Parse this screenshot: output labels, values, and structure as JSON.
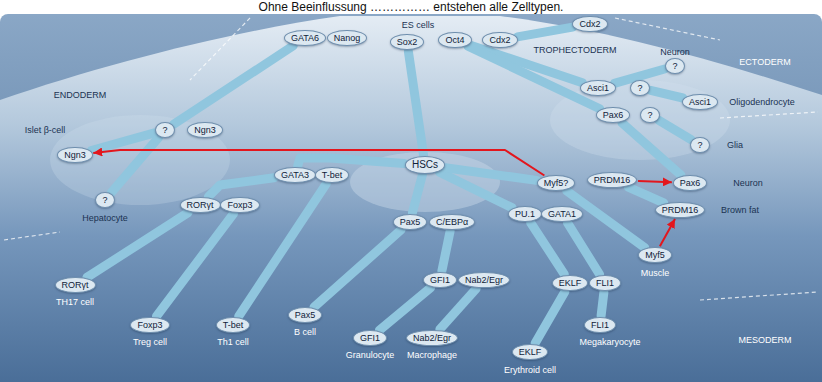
{
  "diagram": {
    "title": "Ohne Beeinflussung …………… entstehen alle Zelltypen.",
    "nodes": [
      {
        "text": [
          "GATA6"
        ]
      },
      {
        "text": [
          "Nanog"
        ]
      },
      {
        "text": [
          "Sox2"
        ]
      },
      {
        "text": [
          "Oct4"
        ]
      },
      {
        "text": [
          "Cdx2"
        ]
      },
      {
        "text": [
          "Cdx2"
        ]
      },
      {
        "text": [
          "?"
        ]
      },
      {
        "text": [
          "Asci1"
        ]
      },
      {
        "text": [
          "?"
        ]
      },
      {
        "text": [
          "Asci1"
        ]
      },
      {
        "text": [
          "Pax6"
        ]
      },
      {
        "text": [
          "?"
        ]
      },
      {
        "text": [
          "?"
        ]
      },
      {
        "text": [
          "?"
        ]
      },
      {
        "text": [
          "Ngn3"
        ]
      },
      {
        "text": [
          "Ngn3"
        ]
      },
      {
        "text": [
          "?"
        ]
      },
      {
        "text": [
          "HSCs"
        ]
      },
      {
        "text": [
          "Myf5?"
        ]
      },
      {
        "text": [
          "PRDM16"
        ]
      },
      {
        "text": [
          "Pax6"
        ]
      },
      {
        "text": [
          "PRDM16"
        ]
      },
      {
        "text": [
          "Myf5"
        ]
      },
      {
        "text": [
          "RORγt"
        ]
      },
      {
        "text": [
          "Foxp3"
        ]
      },
      {
        "text": [
          "GATA3"
        ]
      },
      {
        "text": [
          "T-bet"
        ]
      },
      {
        "text": [
          "Pax5"
        ]
      },
      {
        "text": [
          "C/EBPα"
        ]
      },
      {
        "text": [
          "PU.1"
        ]
      },
      {
        "text": [
          "GATA1"
        ]
      },
      {
        "text": [
          "GFI1"
        ]
      },
      {
        "text": [
          "Nab2/Egr"
        ]
      },
      {
        "text": [
          "EKLF"
        ]
      },
      {
        "text": [
          "FLI1"
        ]
      },
      {
        "text": [
          "RORγt"
        ]
      },
      {
        "text": [
          "Foxp3"
        ]
      },
      {
        "text": [
          "T-bet"
        ]
      },
      {
        "text": [
          "Pax5"
        ]
      },
      {
        "text": [
          "GFI1"
        ]
      },
      {
        "text": [
          "Nab2/Egr"
        ]
      },
      {
        "text": [
          "EKLF"
        ]
      },
      {
        "text": [
          "FLI1"
        ]
      }
    ],
    "edges": [
      {
        "from": 0,
        "to": 13,
        "arrow": "none"
      },
      {
        "from": 13,
        "to": 15,
        "arrow": "none"
      },
      {
        "from": 13,
        "to": 16,
        "arrow": "none"
      },
      {
        "from": 2,
        "to": 17,
        "arrow": "none"
      },
      {
        "from": 3,
        "to": 7,
        "arrow": "none"
      },
      {
        "from": 7,
        "to": 6,
        "arrow": "none"
      },
      {
        "from": 8,
        "to": 9,
        "arrow": "none"
      },
      {
        "from": 3,
        "to": 10,
        "arrow": "none"
      },
      {
        "from": 10,
        "to": 20,
        "arrow": "none"
      },
      {
        "from": 11,
        "to": 12,
        "arrow": "none"
      },
      {
        "from": 4,
        "to": 5,
        "arrow": "none"
      },
      {
        "from": 17,
        "to": 25,
        "arrow": "none"
      },
      {
        "from": 25,
        "to": 23,
        "arrow": "none"
      },
      {
        "from": 17,
        "to": 27,
        "arrow": "none"
      },
      {
        "from": 17,
        "to": 29,
        "arrow": "none"
      },
      {
        "from": 17,
        "to": 18,
        "arrow": "none"
      },
      {
        "from": 18,
        "to": 22,
        "arrow": "none"
      },
      {
        "from": 19,
        "to": 21,
        "arrow": "none"
      },
      {
        "from": 23,
        "to": 35,
        "arrow": "none"
      },
      {
        "from": 24,
        "to": 36,
        "arrow": "none"
      },
      {
        "from": 26,
        "to": 37,
        "arrow": "none"
      },
      {
        "from": 27,
        "to": 38,
        "arrow": "none"
      },
      {
        "from": 28,
        "to": 31,
        "arrow": "none"
      },
      {
        "from": 31,
        "to": 39,
        "arrow": "none"
      },
      {
        "from": 32,
        "to": 40,
        "arrow": "none"
      },
      {
        "from": 29,
        "to": 33,
        "arrow": "none"
      },
      {
        "from": 30,
        "to": 34,
        "arrow": "none"
      },
      {
        "from": 33,
        "to": 41,
        "arrow": "none"
      },
      {
        "from": 34,
        "to": 42,
        "arrow": "none"
      },
      {
        "from": 18,
        "to": 15,
        "arrow": "to"
      },
      {
        "from": 19,
        "to": 20,
        "arrow": "to"
      },
      {
        "from": 22,
        "to": 21,
        "arrow": "to"
      }
    ],
    "labels": [
      "ES cells",
      "TROPHECTODERM",
      "ECTODERM",
      "Neuron",
      "Oligodendrocyte",
      "Glia",
      "Neuron",
      "ENDODERM",
      "Islet β-cell",
      "Hepatocyte",
      "Brown fat",
      "Muscle",
      "TH17 cell",
      "Treg cell",
      "Th1 cell",
      "B cell",
      "Granulocyte",
      "Macrophage",
      "Erythroid cell",
      "Megakaryocyte",
      "MESODERM"
    ]
  }
}
